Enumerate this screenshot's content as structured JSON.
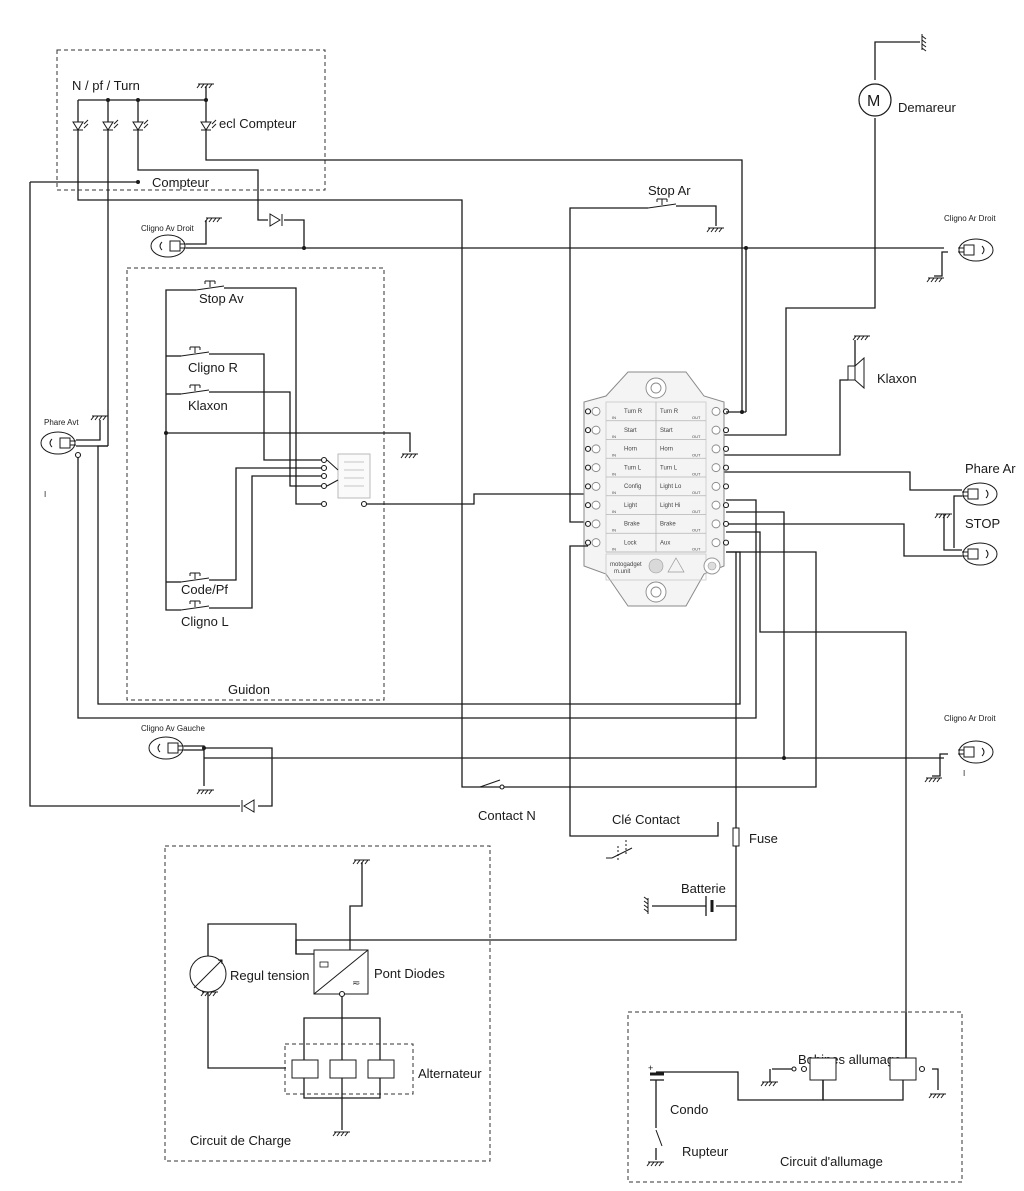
{
  "diagram": {
    "labels": {
      "n_pf_turn": "N  / pf / Turn",
      "ecl_compteur": "ecl Compteur",
      "compteur": "Compteur",
      "demareur": "Demareur",
      "stop_ar": "Stop Ar",
      "cligno_av_droit": "Cligno Av Droit",
      "cligno_ar_droit_top": "Cligno Ar Droit",
      "stop_av": "Stop Av",
      "cligno_r": "Cligno R",
      "klaxon_switch": "Klaxon",
      "klaxon": "Klaxon",
      "phare_avt": "Phare Avt",
      "phare_ar": "Phare Ar",
      "stop": "STOP",
      "code_pf": "Code/Pf",
      "cligno_l": "Cligno L",
      "guidon": "Guidon",
      "cligno_av_gauche": "Cligno Av Gauche",
      "cligno_ar_droit_bottom": "Cligno Ar Droit",
      "contact_n": "Contact N",
      "cle_contact": "Clé Contact",
      "fuse": "Fuse",
      "batterie": "Batterie",
      "regul_tension": "Regul tension",
      "pont_diodes": "Pont Diodes",
      "alternateur": "Alternateur",
      "circuit_de_charge": "Circuit de Charge",
      "bobines_allumage": "Bobines allumage",
      "condo": "Condo",
      "rupteur": "Rupteur",
      "circuit_allumage": "Circuit d'allumage",
      "i_left": "I",
      "i_right": "I"
    },
    "module": {
      "rows": [
        {
          "in": "Turn R",
          "out": "Turn R"
        },
        {
          "in": "Start",
          "out": "Start"
        },
        {
          "in": "Horn",
          "out": "Horn"
        },
        {
          "in": "Turn L",
          "out": "Turn L"
        },
        {
          "in": "Config",
          "out": "Light Lo"
        },
        {
          "in": "Light",
          "out": "Light Hi"
        },
        {
          "in": "Brake",
          "out": "Brake"
        },
        {
          "in": "Lock",
          "out": "Aux"
        }
      ],
      "in_tag": "IN",
      "out_tag": "OUT",
      "brand": "motogadget",
      "model": "m.unit"
    }
  }
}
